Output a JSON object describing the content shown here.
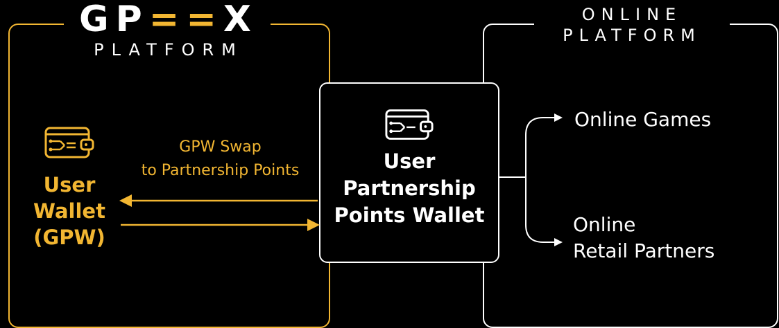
{
  "brand": {
    "main_pre": "GP",
    "main_hl": "==",
    "main_post": "X",
    "sub": "PLATFORM"
  },
  "online_platform": {
    "title": "ONLINE\nPLATFORM"
  },
  "user_wallet": {
    "label": "User\nWallet\n(GPW)",
    "icon": "wallet-circuit-icon"
  },
  "swap": {
    "label": "GPW Swap\nto Partnership Points"
  },
  "center": {
    "label": "User\nPartnership\nPoints Wallet",
    "icon": "wallet-circuit-icon"
  },
  "destinations": {
    "games": "Online Games",
    "retail": "Online\nRetail Partners"
  },
  "colors": {
    "accent": "#f2b632",
    "foreground": "#ffffff",
    "background": "#000000"
  }
}
